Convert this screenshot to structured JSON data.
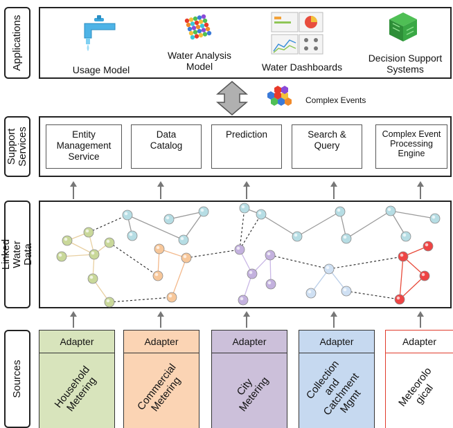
{
  "layers": {
    "applications": "Applications",
    "support": "Support\nServices",
    "linked": "Linked Water\nData",
    "sources": "Sources"
  },
  "applications": [
    {
      "label": "Usage Model",
      "icon": "faucet-icon"
    },
    {
      "label": "Water Analysis\nModel",
      "icon": "cube-icon"
    },
    {
      "label": "Water Dashboards",
      "icon": "dashboard-icon"
    },
    {
      "label": "Decision Support\nSystems",
      "icon": "green-box-icon"
    }
  ],
  "complex_events": "Complex Events",
  "services": [
    "Entity\nManagement\nService",
    "Data\nCatalog",
    "Prediction",
    "Search &\nQuery",
    "Complex Event\nProcessing\nEngine"
  ],
  "sources": {
    "adapter_label": "Adapter",
    "items": [
      {
        "label": "Household\nMetering",
        "color": "#d8e4bc",
        "border": "#333333"
      },
      {
        "label": "Commercial\nMetering",
        "color": "#fbd4b4",
        "border": "#333333"
      },
      {
        "label": "City\nMetering",
        "color": "#ccc0da",
        "border": "#333333"
      },
      {
        "label": "Collection\nand\nCatchment\nMgmt",
        "color": "#c6d9f0",
        "border": "#333333"
      },
      {
        "label": "Meteorolo\ngical",
        "color": "#ffffff",
        "border": "#e03a2a"
      }
    ]
  },
  "colors": {
    "green_node": "#c9d89a",
    "orange_node": "#f7c79a",
    "purple_node": "#c3b1de",
    "blue_node": "#cfe0f3",
    "teal_node": "#b6dde4",
    "red_node": "#ee4444",
    "arrow": "#777777"
  }
}
